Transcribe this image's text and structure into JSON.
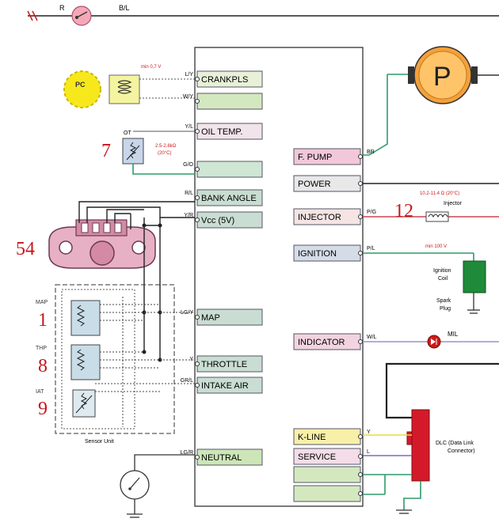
{
  "header": {
    "top_left_wire_R": "R",
    "top_left_wire_BL": "B/L"
  },
  "pump": {
    "symbol": "P",
    "wire": "BR"
  },
  "sensors": {
    "pc_label": "PC",
    "crank_spec": "min 0,7 V",
    "ot_label": "OT",
    "oil_spec_line1": "2.5-2.8kΩ",
    "oil_spec_line2": "(20°C)",
    "map_label": "MAP",
    "thp_label": "THP",
    "iat_label": "IAT",
    "sensor_unit": "Sensor Unit"
  },
  "numbers": {
    "oil": "7",
    "connector": "54",
    "map": "1",
    "thp": "8",
    "iat": "9",
    "injector": "12"
  },
  "left_pins": [
    {
      "wire": "L/Y",
      "label": "CRANKPLS",
      "fill": "#e8f1d8"
    },
    {
      "wire": "W/Y",
      "label": "",
      "fill": "#d4e8c0"
    },
    {
      "wire": "Y/L",
      "label": "OIL TEMP.",
      "fill": "#f1e4ea"
    },
    {
      "wire": "G/O",
      "label": "",
      "fill": "#cfe6d4"
    },
    {
      "wire": "R/L",
      "label": "BANK ANGLE",
      "fill": "#c9ddd2"
    },
    {
      "wire": "Y/R",
      "label": "Vcc (5V)",
      "fill": "#c9ddd2"
    },
    {
      "wire": "LG/Y",
      "label": "MAP",
      "fill": "#c9ddd2"
    },
    {
      "wire": "Y",
      "label": "THROTTLE",
      "fill": "#c9ddd2"
    },
    {
      "wire": "GR/L",
      "label": "INTAKE AIR",
      "fill": "#c9ddd2"
    },
    {
      "wire": "LG/R",
      "label": "NEUTRAL",
      "fill": "#cce6b8"
    }
  ],
  "right_pins": [
    {
      "label": "F. PUMP",
      "wire": "BR",
      "fill": "#f2c8d8"
    },
    {
      "label": "POWER",
      "wire": "",
      "fill": "#e8e8e8"
    },
    {
      "label": "INJECTOR",
      "wire": "P/G",
      "fill": "#f4e4e4"
    },
    {
      "label": "IGNITION",
      "wire": "P/L",
      "fill": "#d4dce8"
    },
    {
      "label": "INDICATOR",
      "wire": "W/L",
      "fill": "#f2d4e0"
    },
    {
      "label": "K-LINE",
      "wire": "Y",
      "fill": "#f8f0a8"
    },
    {
      "label": "SERVICE",
      "wire": "L",
      "fill": "#f4dde8"
    },
    {
      "label": "",
      "wire": "",
      "fill": "#d4e8c0"
    },
    {
      "label": "",
      "wire": "",
      "fill": "#d4e8c0"
    }
  ],
  "right_side": {
    "injector_spec": "10.2-11.4 Ω  (20°C)",
    "injector_label": "Injector",
    "ignition_spec": "min 100 V",
    "ignition_coil": [
      "Ignition",
      "Coil"
    ],
    "spark_plug": [
      "Spark",
      "Plug"
    ],
    "mil": "MIL",
    "dlc": [
      "DLC (Data Link",
      "Connector)"
    ]
  },
  "colors": {
    "accent_red": "#cc1a1a",
    "wire_green": "#2e9b6a",
    "pump_orange": "#f5a03a",
    "coil_green": "#1f8a3a"
  }
}
